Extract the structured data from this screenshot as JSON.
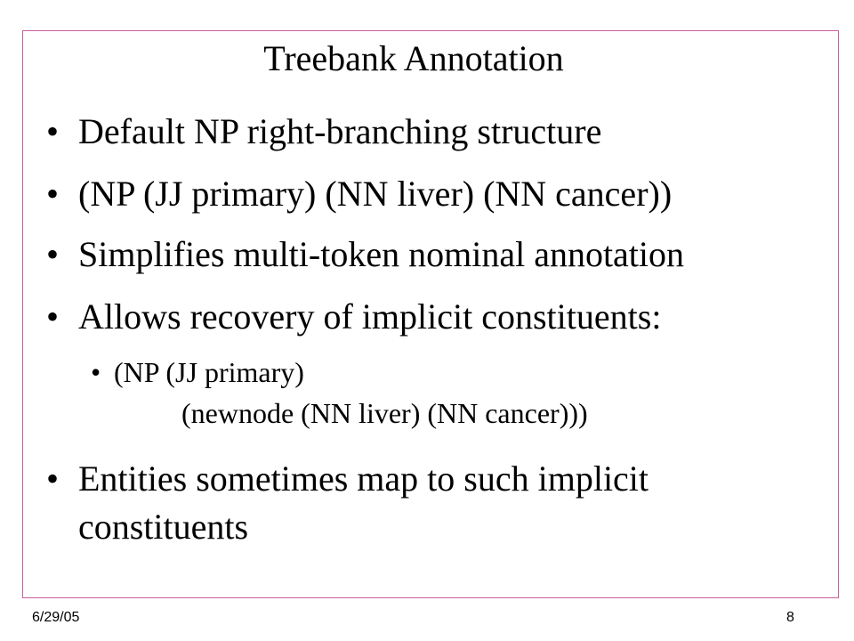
{
  "slide": {
    "title": "Treebank Annotation",
    "bullet_glyph": "•",
    "bullets": [
      {
        "text": "Default NP right-branching structure"
      },
      {
        "text": "(NP (JJ primary) (NN liver) (NN cancer))"
      },
      {
        "text": "Simplifies multi-token nominal annotation"
      },
      {
        "text": "Allows recovery of implicit constituents:"
      },
      {
        "text_line1": "(NP (JJ primary)",
        "text_line2": "(newnode (NN liver) (NN cancer)))"
      },
      {
        "text_line1": "Entities sometimes map to such implicit",
        "text_line2": "constituents"
      }
    ]
  },
  "footer": {
    "date": "6/29/05",
    "page_number": "8"
  },
  "colors": {
    "frame_border": "#c8609c",
    "text": "#000000",
    "background": "#ffffff"
  }
}
